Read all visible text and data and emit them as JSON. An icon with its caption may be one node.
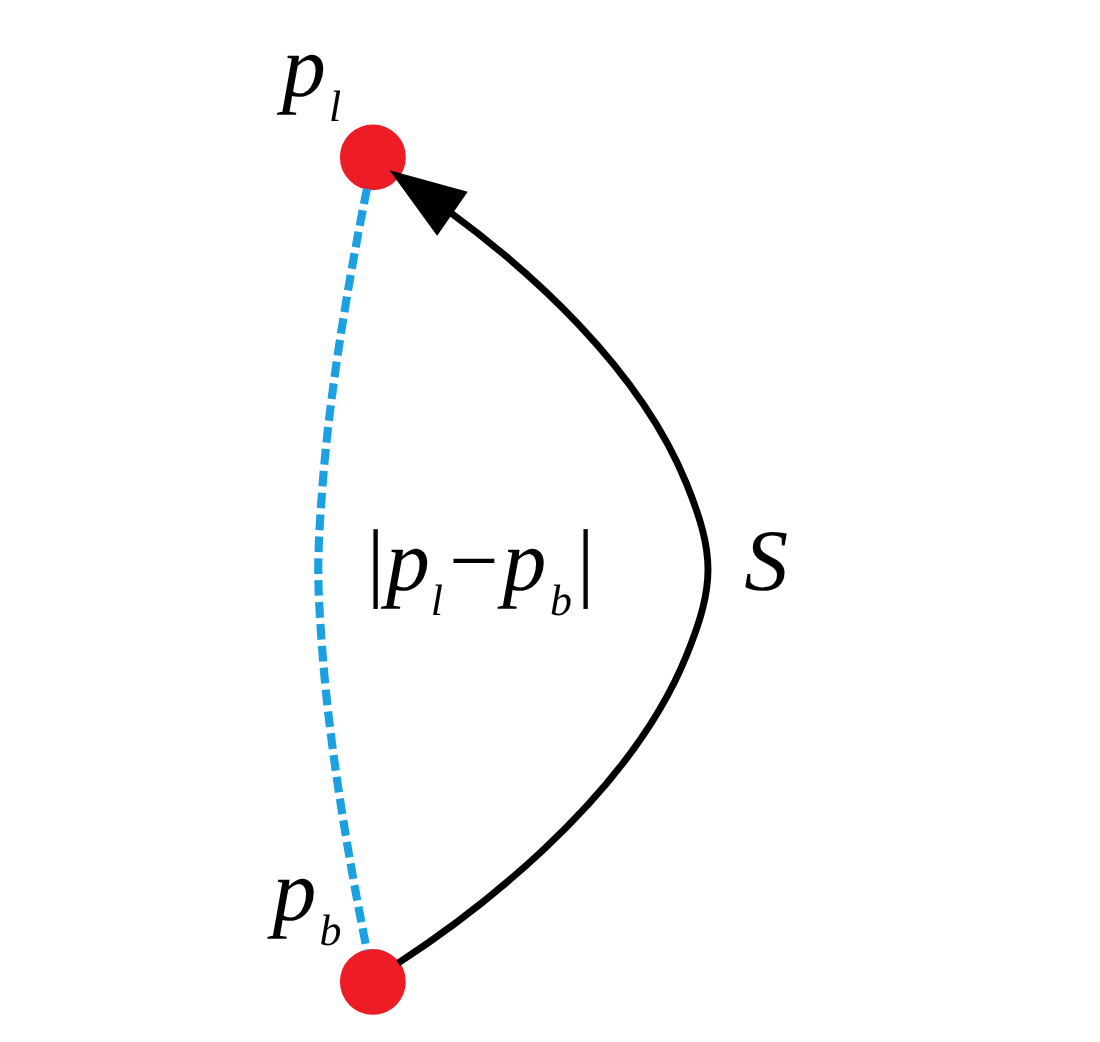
{
  "diagram": {
    "nodes": [
      {
        "text": [],
        "shape": "circle",
        "beside": [
          "p$_{l}$"
        ]
      },
      {
        "text": [],
        "shape": "circle",
        "beside": [
          "p$_{b}$"
        ]
      }
    ],
    "edges": [
      {
        "from": 0,
        "to": 1,
        "arrow": "none",
        "style": "dashed",
        "color": "#1ba1e2",
        "label": "|p$_{l}$−p$_{b}$|"
      },
      {
        "from": 1,
        "to": 0,
        "arrow": "to",
        "color": "#000000",
        "label": "S"
      }
    ]
  }
}
